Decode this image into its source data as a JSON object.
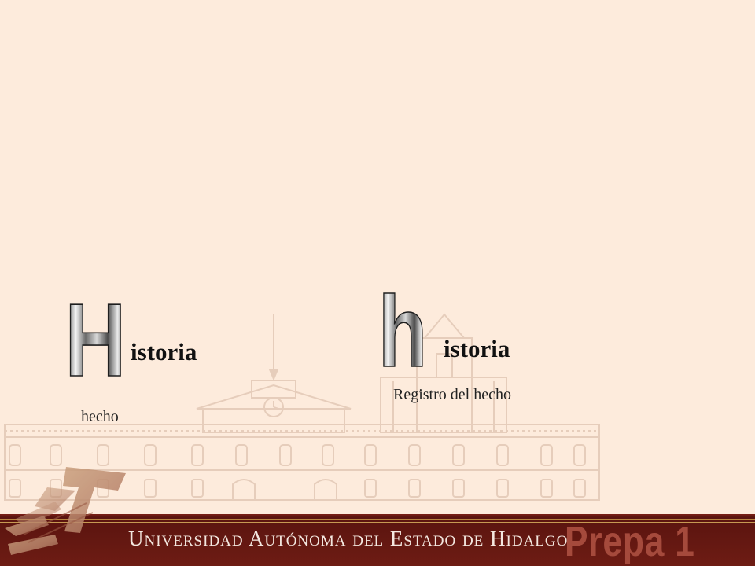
{
  "slide": {
    "left_block": {
      "big_letter": "H",
      "word": "istoria",
      "caption": "hecho"
    },
    "right_block": {
      "big_letter": "h",
      "word": "istoria",
      "caption": "Registro del hecho"
    }
  },
  "footer": {
    "university_name": "Universidad Autónoma del Estado de Hidalgo",
    "prepa_label": "Prepa 1"
  },
  "colors": {
    "background": "#fdebdc",
    "footer": "#6e1c14",
    "footer_text": "#f4e8e0",
    "prepa_text": "#a54a3c",
    "metal_light": "#f2f2f2",
    "metal_dark": "#2a2a2a"
  },
  "icons": {
    "background": "university-building-watermark",
    "logo": "uaeh-logo"
  }
}
